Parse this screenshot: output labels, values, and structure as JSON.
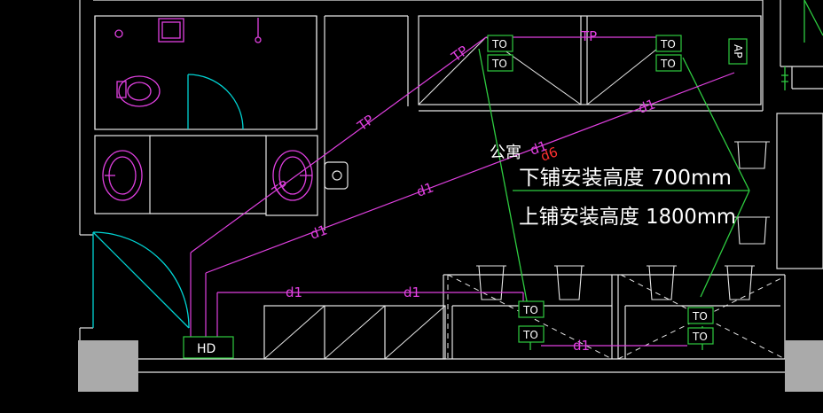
{
  "colors": {
    "background": "#000000",
    "wall": "#e6e6e6",
    "fixture": "#e040e0",
    "door": "#00d4d4",
    "pipe": "#e040e0",
    "cable": "#2ecc40",
    "device_box": "#2ecc40",
    "note_text": "#ffffff",
    "marker": "#ff3030",
    "column": "#aaaaaa"
  },
  "labels": {
    "pipe_tp": "TP",
    "pipe_d1": "d1",
    "outlet": "TO",
    "access_point": "AP",
    "distribution_box": "HD",
    "cable_marker": "d6",
    "room_name": "公寓"
  },
  "notes": {
    "lower_bunk": "下铺安装高度 700mm",
    "upper_bunk": "上铺安装高度 1800mm"
  }
}
